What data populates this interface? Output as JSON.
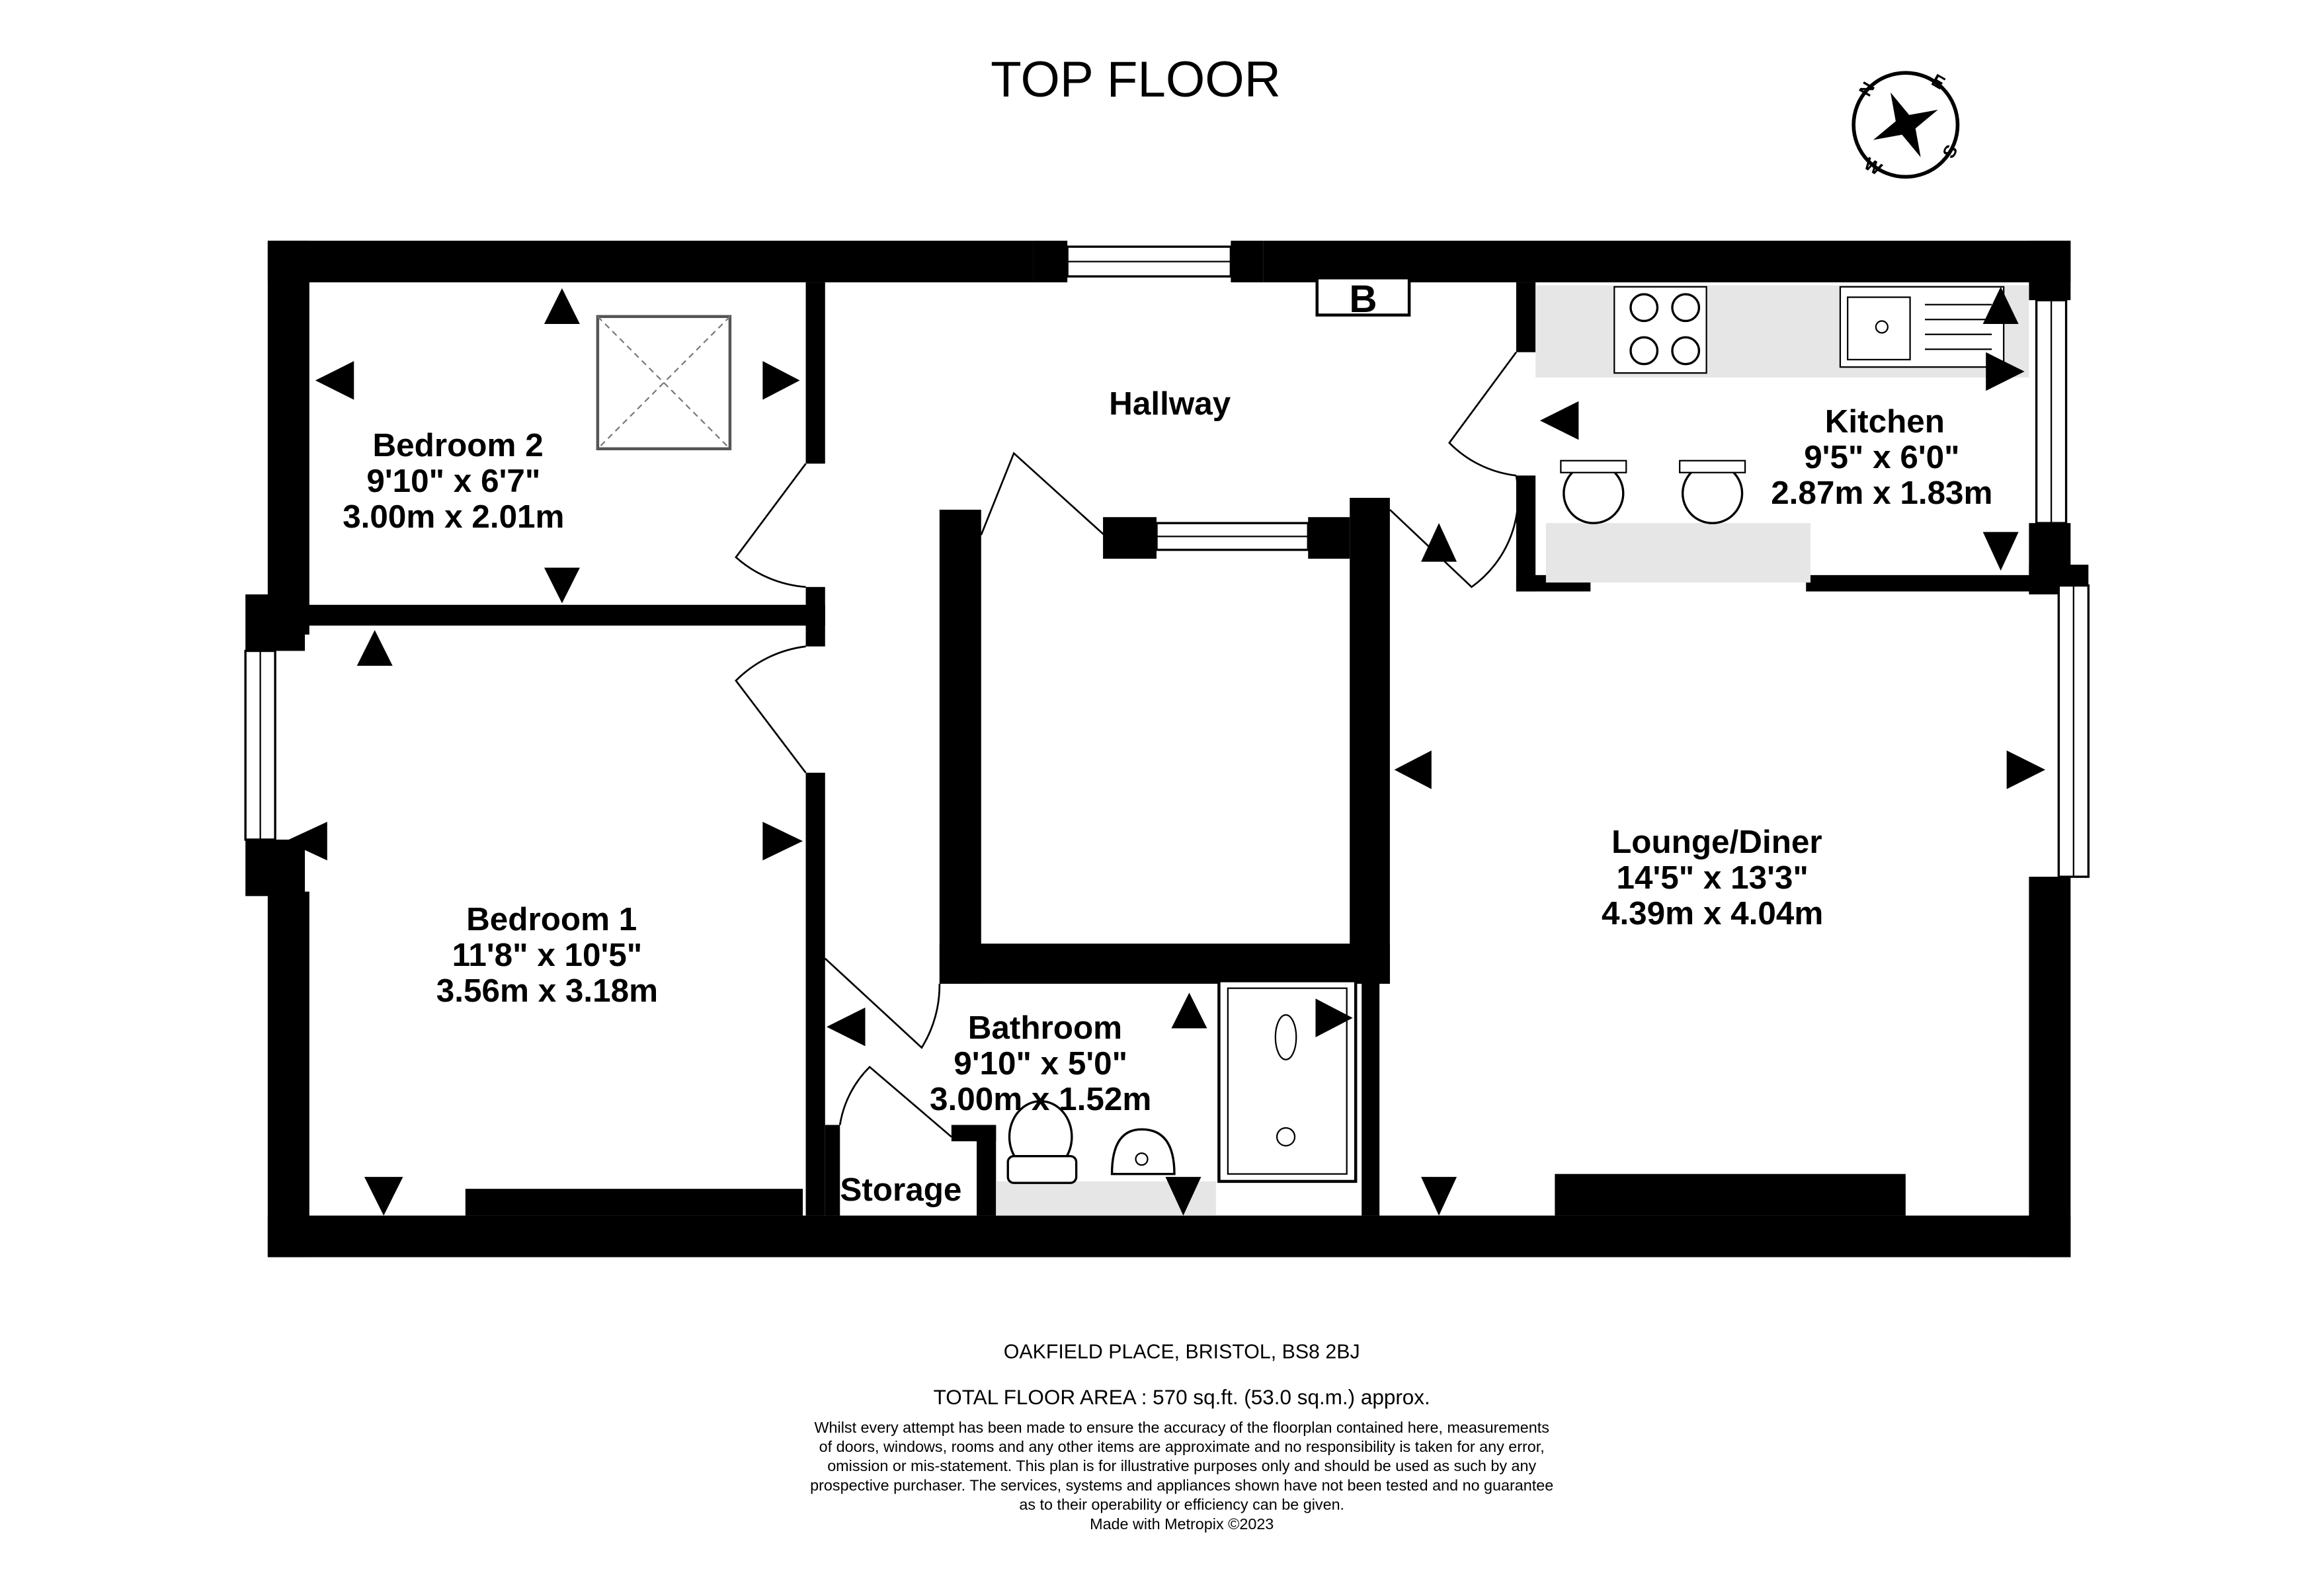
{
  "title": "TOP FLOOR",
  "compass": {
    "n": "N",
    "e": "E",
    "s": "S",
    "w": "W"
  },
  "boiler_label": "B",
  "rooms": [
    {
      "name": "Bedroom 2",
      "imperial": "9'10\"  x 6'7\"",
      "metric": "3.00m  x 2.01m"
    },
    {
      "name": "Hallway"
    },
    {
      "name": "Kitchen",
      "imperial": "9'5\"  x 6'0\"",
      "metric": "2.87m  x 1.83m"
    },
    {
      "name": "Bedroom 1",
      "imperial": "11'8\"  x 10'5\"",
      "metric": "3.56m  x 3.18m"
    },
    {
      "name": "Lounge/Diner",
      "imperial": "14'5\"  x 13'3\"",
      "metric": "4.39m  x 4.04m"
    },
    {
      "name": "Bathroom",
      "imperial": "9'10\"  x 5'0\"",
      "metric": "3.00m  x 1.52m"
    },
    {
      "name": "Storage"
    }
  ],
  "footer": {
    "address": "OAKFIELD PLACE, BRISTOL, BS8 2BJ",
    "area": "TOTAL FLOOR AREA : 570 sq.ft. (53.0 sq.m.) approx.",
    "disclaimer": [
      "Whilst every attempt has been made to ensure the accuracy of the floorplan contained here, measurements",
      "of doors, windows, rooms and any other items are approximate and no responsibility is taken for any error,",
      "omission or mis-statement. This plan is for illustrative purposes only and should be used as such by any",
      "prospective purchaser. The services, systems and appliances shown have not been tested and no guarantee",
      "as to their operability or efficiency can be given."
    ],
    "credit": "Made with Metropix ©2023"
  }
}
